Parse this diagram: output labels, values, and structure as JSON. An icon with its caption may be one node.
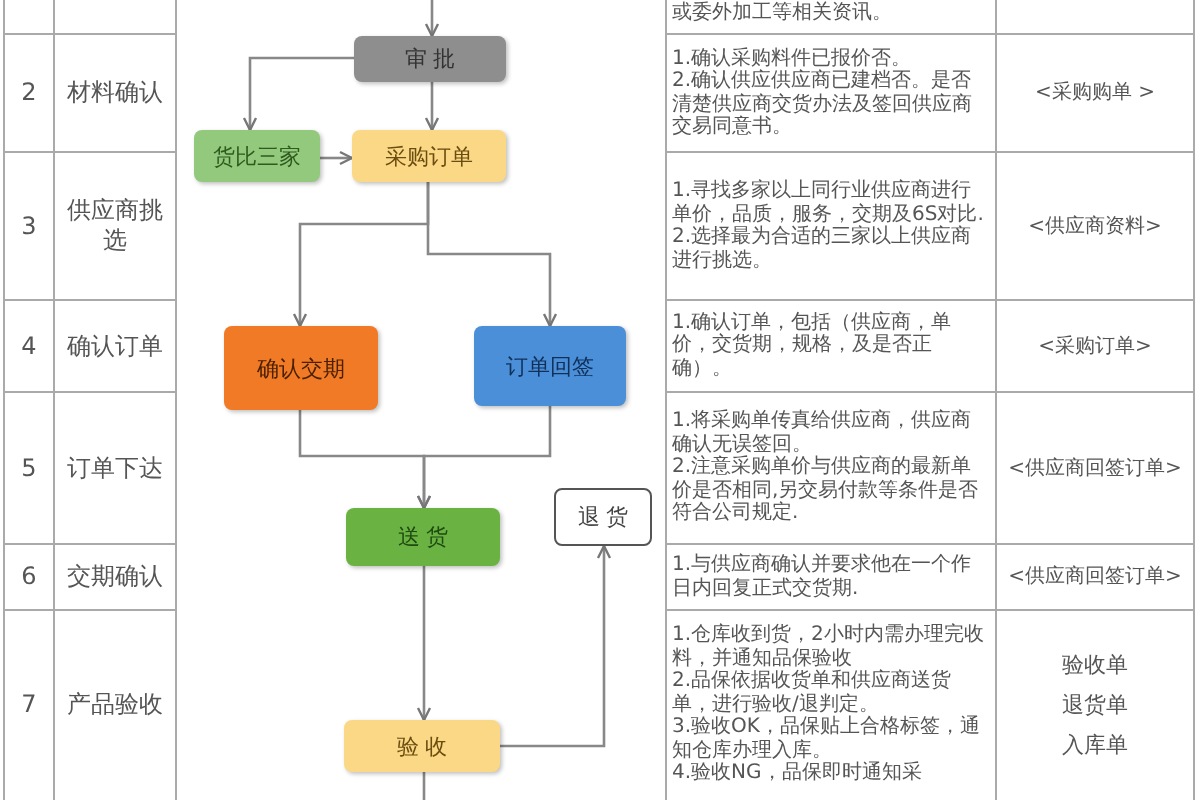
{
  "diagram": {
    "nodes": [
      {
        "text": [
          "审 批"
        ]
      },
      {
        "text": [
          "货比三家"
        ]
      },
      {
        "text": [
          "采购订单"
        ]
      },
      {
        "text": [
          "确认交期"
        ]
      },
      {
        "text": [
          "订单回签"
        ]
      },
      {
        "text": [
          "送 货"
        ]
      },
      {
        "text": [
          "退 货"
        ]
      },
      {
        "text": [
          "验 收"
        ]
      }
    ],
    "edges": [
      {
        "from": null,
        "to": 0,
        "arrow": "to"
      },
      {
        "from": 0,
        "to": 1,
        "arrow": "to"
      },
      {
        "from": 0,
        "to": 2,
        "arrow": "to"
      },
      {
        "from": 1,
        "to": 2,
        "arrow": "to"
      },
      {
        "from": 2,
        "to": 3,
        "arrow": "to"
      },
      {
        "from": 2,
        "to": 4,
        "arrow": "to"
      },
      {
        "from": 3,
        "to": 5,
        "arrow": "to"
      },
      {
        "from": 4,
        "to": 5,
        "arrow": "to"
      },
      {
        "from": 5,
        "to": 7,
        "arrow": "to"
      },
      {
        "from": 7,
        "to": 6,
        "arrow": "to"
      },
      {
        "from": 7,
        "to": null,
        "arrow": "none"
      }
    ],
    "labels": [
      "或委外加工等相关资讯。",
      "2",
      "材料确认",
      "1.确认采购料件已报价否。",
      "2.确认供应供应商已建档否。是否清楚供应商交货办法及签回供应商交易同意书。",
      "<采购购单 >",
      "3",
      "供应商挑选",
      "1.寻找多家以上同行业供应商进行单价，品质，服务，交期及6S对比.",
      "2.选择最为合适的三家以上供应商进行挑选。",
      "<供应商资料>",
      "4",
      "确认订单",
      "1.确认订单，包括（供应商，单价，交货期，规格，及是否正确）。",
      "<采购订单>",
      "5",
      "订单下达",
      "1.将采购单传真给供应商，供应商确认无误签回。",
      "2.注意采购单价与供应商的最新单价是否相同,另交易付款等条件是否符合公司规定.",
      "<供应商回签订单>",
      "6",
      "交期确认",
      "1.与供应商确认并要求他在一个作日内回复正式交货期.",
      "<供应商回签订单>",
      "7",
      "产品验收",
      "1.仓库收到货，2小时内需办理完收料，并通知品保验收",
      "2.品保依据收货单和供应商送货单，进行验收/退判定。",
      "3.验收OK，品保贴上合格标签，通知仓库办理入库。",
      "4.验收NG，品保即时通知采",
      "验收单",
      "退货单",
      "入库单"
    ]
  }
}
